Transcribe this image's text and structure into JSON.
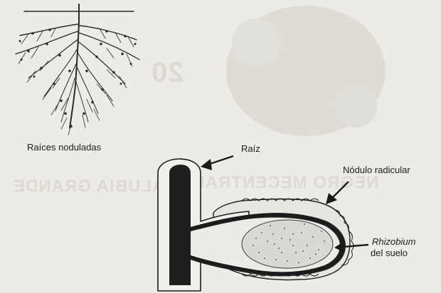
{
  "labels": {
    "roots": "Raíces noduladas",
    "root": "Raíz",
    "nodule": "Nódulo radicular",
    "rhizobium_line1": "Rhizobium",
    "rhizobium_line2": "del suelo"
  },
  "ghost_text": {
    "left": "ALUBIA GRANDE",
    "center": "NEGRO MECENTRAL",
    "top": "20"
  },
  "colors": {
    "background": "#ecebe6",
    "ink": "#1b1b1b",
    "bleed": "#dcdad3",
    "nodule_fill": "#d9d8d2"
  }
}
